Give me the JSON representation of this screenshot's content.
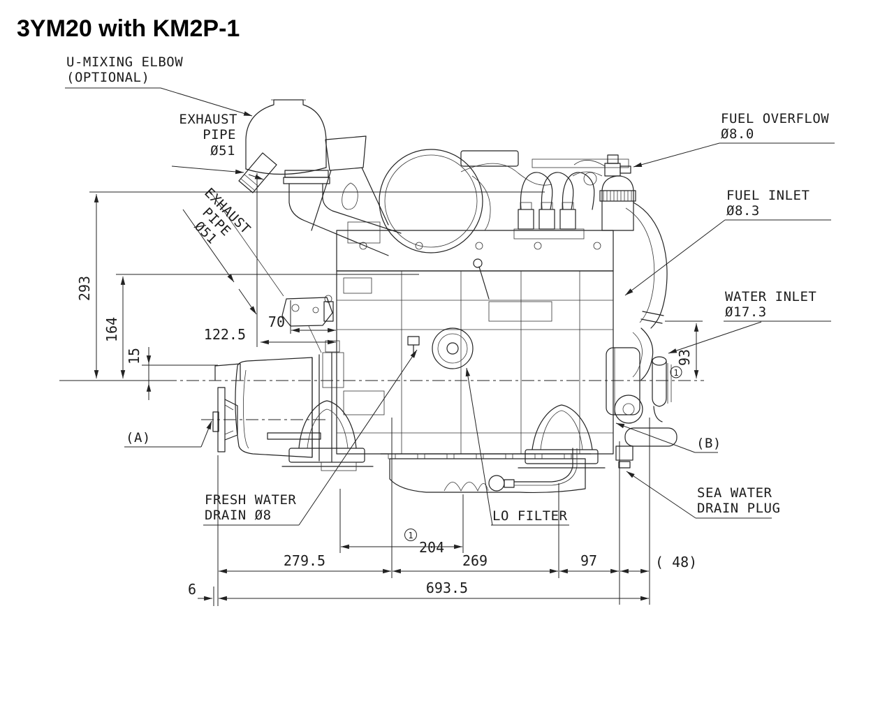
{
  "title": "3YM20 with KM2P-1",
  "callouts": {
    "u_mixing_elbow": {
      "line1": "U-MIXING ELBOW",
      "line2": "(OPTIONAL)"
    },
    "exhaust_pipe_top": {
      "line1": "EXHAUST",
      "line2": "PIPE",
      "line3": "Ø51"
    },
    "exhaust_pipe_side": {
      "line1": "EXHAUST",
      "line2": "PIPE",
      "line3": "Ø51"
    },
    "fuel_overflow": {
      "line1": "FUEL OVERFLOW",
      "line2": "Ø8.0"
    },
    "fuel_inlet": {
      "line1": "FUEL INLET",
      "line2": "Ø8.3"
    },
    "water_inlet": {
      "line1": "WATER INLET",
      "line2": "Ø17.3"
    },
    "fresh_water_drain": {
      "line1": "FRESH WATER",
      "line2": "DRAIN Ø8"
    },
    "lo_filter": {
      "line1": "LO FILTER"
    },
    "sea_water_drain_plug": {
      "line1": "SEA WATER",
      "line2": "DRAIN PLUG"
    },
    "ref_a": {
      "line1": "(A)"
    },
    "ref_b": {
      "line1": "(B)"
    }
  },
  "dimensions": {
    "height_overall": "293",
    "height_mid": "164",
    "foot_height": "15",
    "exhaust_offset": "122.5",
    "bracket_offset": "70",
    "mount_span": "204",
    "front_length": "279.5",
    "mid_length": "269",
    "rear_length": "97",
    "overhang": "( 48)",
    "total_length": "693.5",
    "flange_gap": "6",
    "water_inlet_height": "93",
    "note_marker": "1"
  },
  "drawing": {
    "line_color": "#222222",
    "background": "#ffffff"
  }
}
